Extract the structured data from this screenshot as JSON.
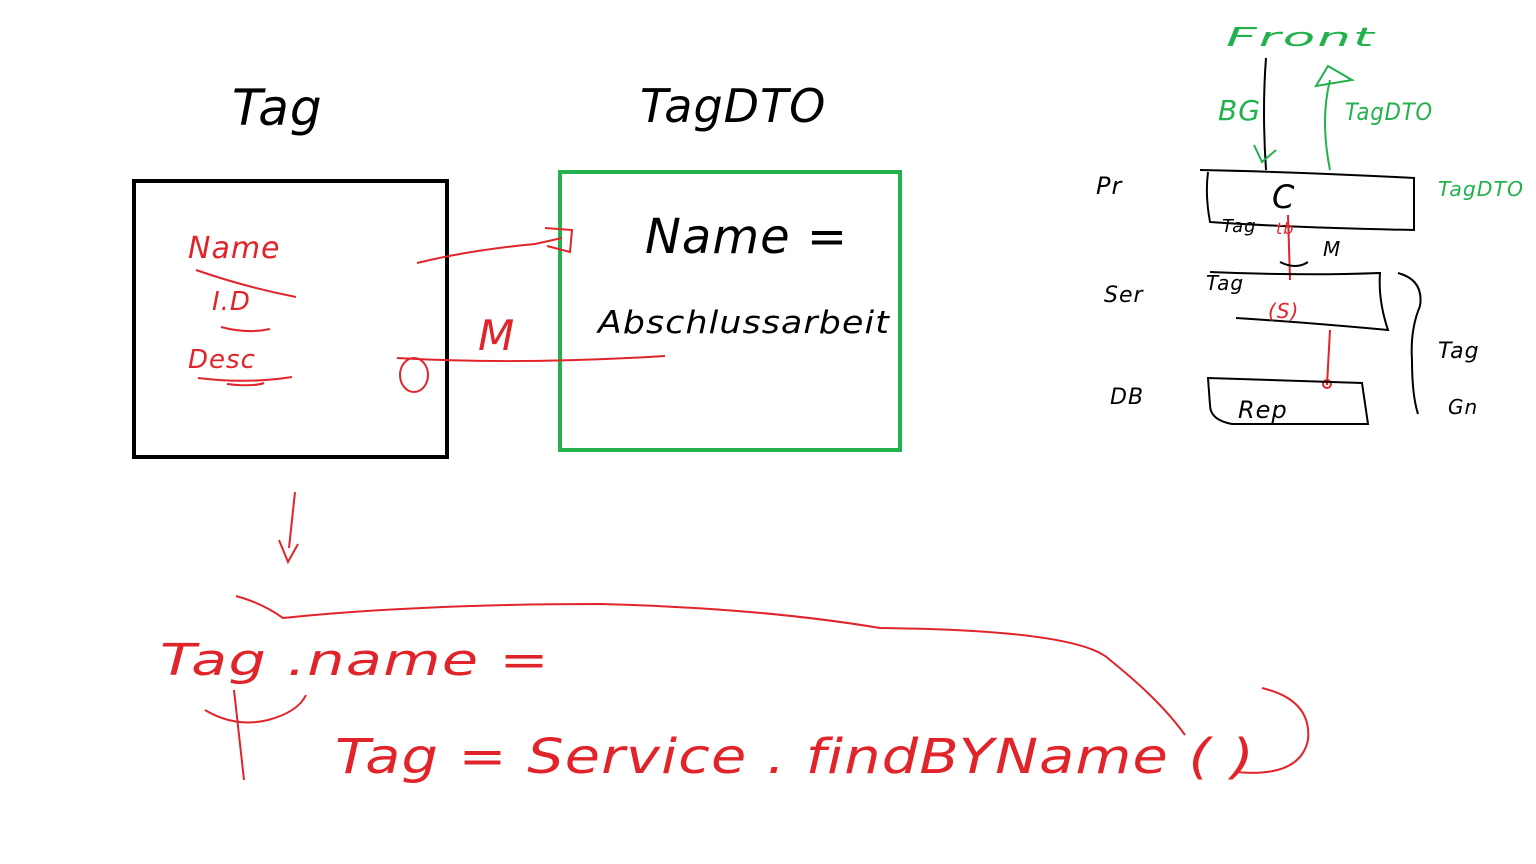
{
  "colors": {
    "background": "#ffffff",
    "ink_black": "#000000",
    "ink_red": "#e0242a",
    "ink_green": "#22b14c"
  },
  "entity": {
    "title": "Tag",
    "fields": [
      "Name",
      "I.D",
      "Desc"
    ]
  },
  "dto": {
    "title": "TagDTO",
    "name_label": "Name =",
    "name_value": "Abschlussarbeit"
  },
  "mapping_label": "M",
  "code": {
    "line1": "Tag .name =",
    "line2": "Tag = Service . findBYName ( )"
  },
  "architecture": {
    "front_label": "Front",
    "front_down": "BG",
    "front_up": "TagDTO",
    "layers": [
      {
        "label": "Pr",
        "box_text": "C",
        "side_label": "TagDTO"
      },
      {
        "label": "Ser",
        "box_text": "Tag",
        "side_label": "Tag"
      },
      {
        "label": "DB",
        "box_text": "Rep",
        "side_label": "Gn"
      }
    ],
    "inner_labels": {
      "tag": "Tag",
      "mapping": "M",
      "tb": "tb",
      "save": "(S)"
    }
  }
}
